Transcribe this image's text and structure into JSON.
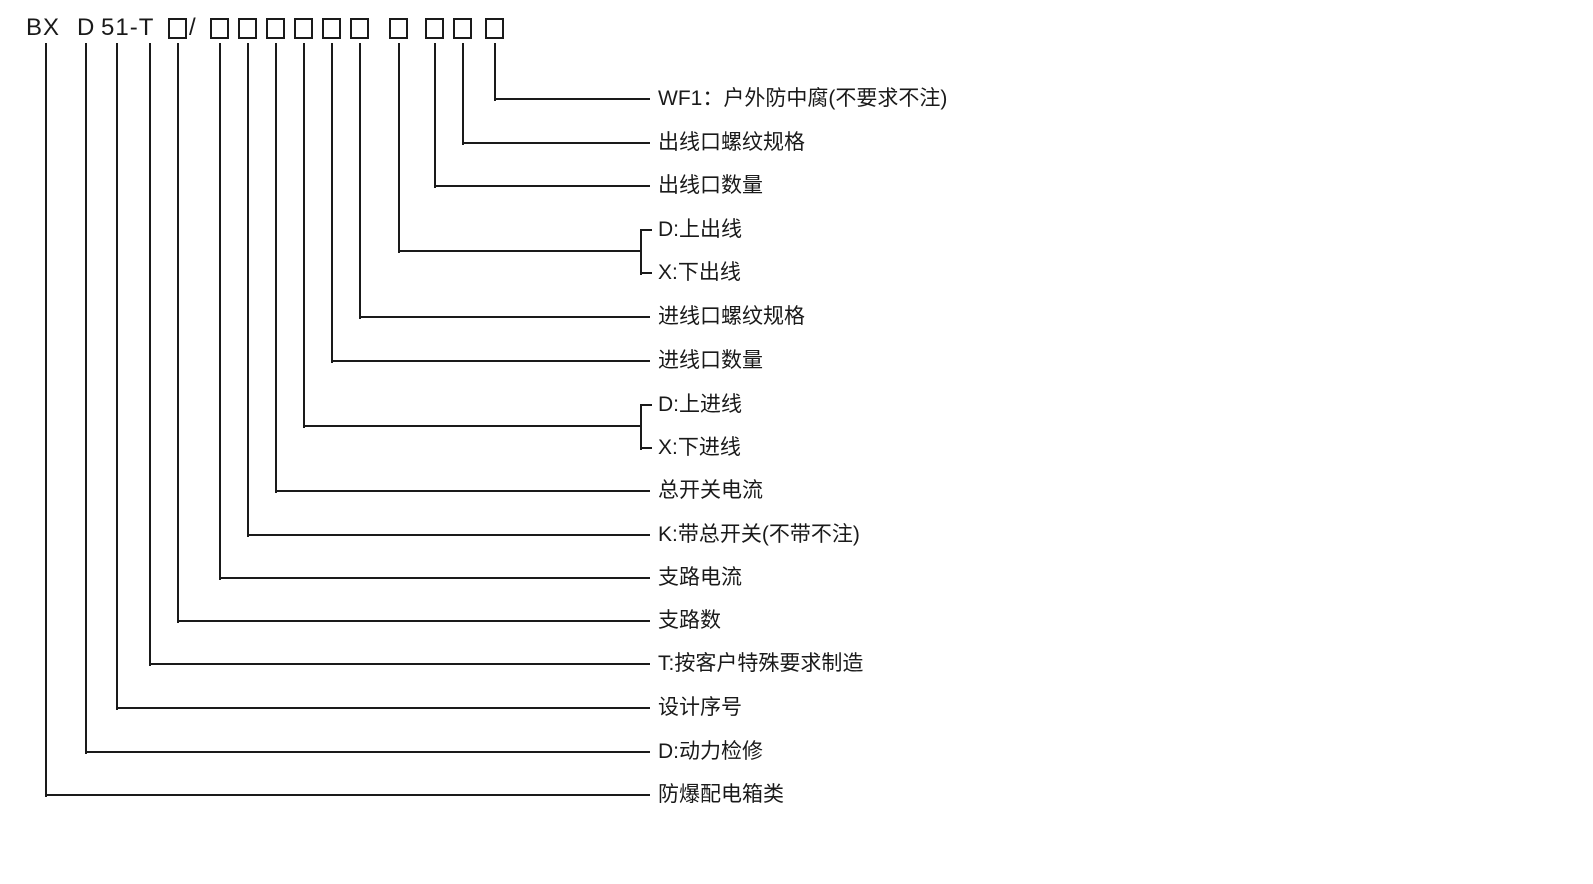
{
  "model_code": {
    "series": "BX",
    "type_letter": "D",
    "design_code": "51-T",
    "separator": "/"
  },
  "colors": {
    "foreground": "#1a1a1a",
    "background": "#ffffff"
  },
  "rows": [
    {
      "label": "WF1：户外防中腐(不要求不注)"
    },
    {
      "label": "出线口螺纹规格"
    },
    {
      "label": "出线口数量"
    },
    {
      "label": "D:上出线"
    },
    {
      "label": "X:下出线"
    },
    {
      "label": "进线口螺纹规格"
    },
    {
      "label": "进线口数量"
    },
    {
      "label": "D:上进线"
    },
    {
      "label": "X:下进线"
    },
    {
      "label": "总开关电流"
    },
    {
      "label": "K:带总开关(不带不注)"
    },
    {
      "label": "支路电流"
    },
    {
      "label": "支路数"
    },
    {
      "label": "T:按客户特殊要求制造"
    },
    {
      "label": "设计序号"
    },
    {
      "label": "D:动力检修"
    },
    {
      "label": "防爆配电箱类"
    }
  ]
}
